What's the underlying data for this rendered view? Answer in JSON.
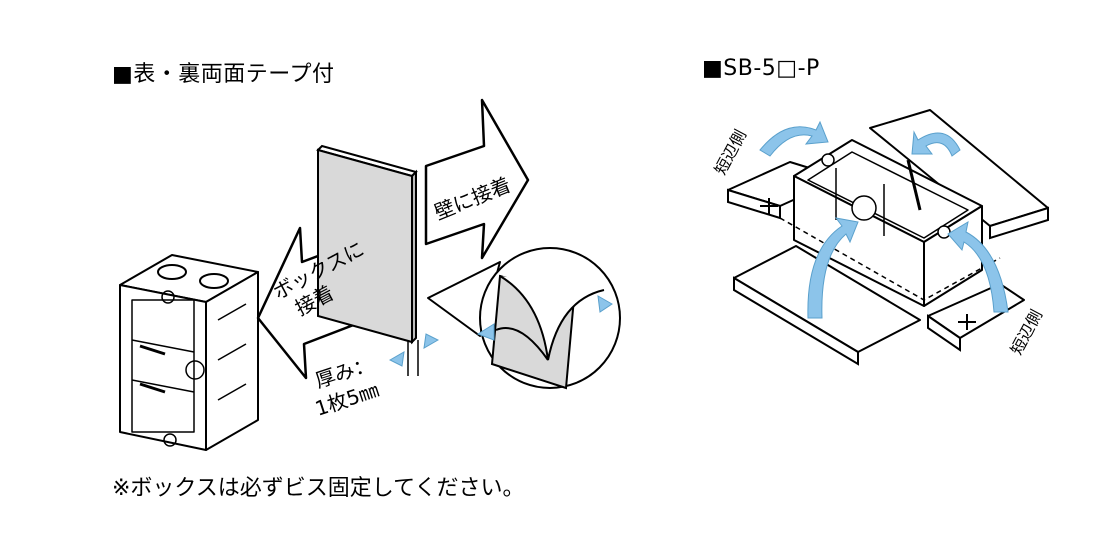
{
  "headings": {
    "left": "■表・裏両面テープ付",
    "right": "■SB-5□-P"
  },
  "labels": {
    "wall_adhesion": "壁に接着",
    "box_adhesion_line1": "ボックスに",
    "box_adhesion_line2": "接着",
    "thickness_line1": "厚み：",
    "thickness_line2": "1枚5㎜",
    "short_side": "短辺側",
    "plus": "+"
  },
  "note": "※ボックスは必ずビス固定してください。",
  "colors": {
    "arrow_blue": "#8cc4ea",
    "line": "#000000",
    "tape_gray": "#e6e6e6"
  }
}
